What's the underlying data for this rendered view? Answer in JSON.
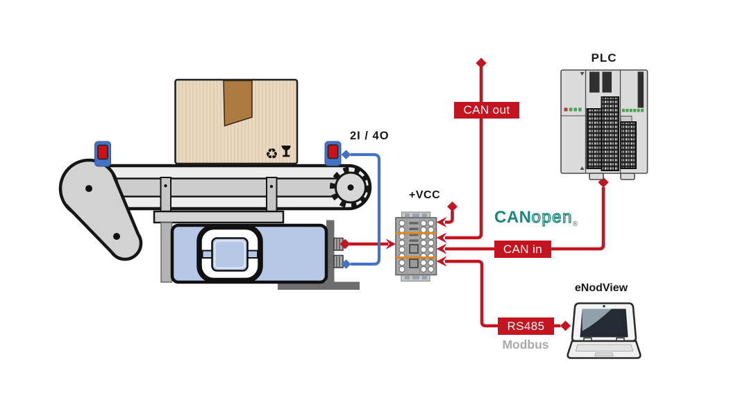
{
  "labels": {
    "io": "2I / 4O",
    "vcc": "+VCC",
    "plc": "PLC",
    "enodview": "eNodView",
    "modbus": "Modbus"
  },
  "badges": {
    "can_out": "CAN out",
    "can_in": "CAN in",
    "rs485": "RS485"
  },
  "logo": {
    "can": "CAN",
    "open": "open",
    "registered": "®"
  },
  "icons": {
    "recycle": "♻",
    "fragile": "goblet-shape"
  },
  "colors": {
    "wire_red": "#c31420",
    "wire_blue": "#4472c4",
    "canopen_teal": "#16897c",
    "load_cell_blue": "#b7c8e6",
    "sensor_blue": "#4472c4",
    "sensor_red": "#cf1016",
    "cardboard": "#ead9c1",
    "flap_brown": "#ad7b41",
    "modbus_gray": "#a9a9a9",
    "terminal_orange": "#e2861f"
  }
}
